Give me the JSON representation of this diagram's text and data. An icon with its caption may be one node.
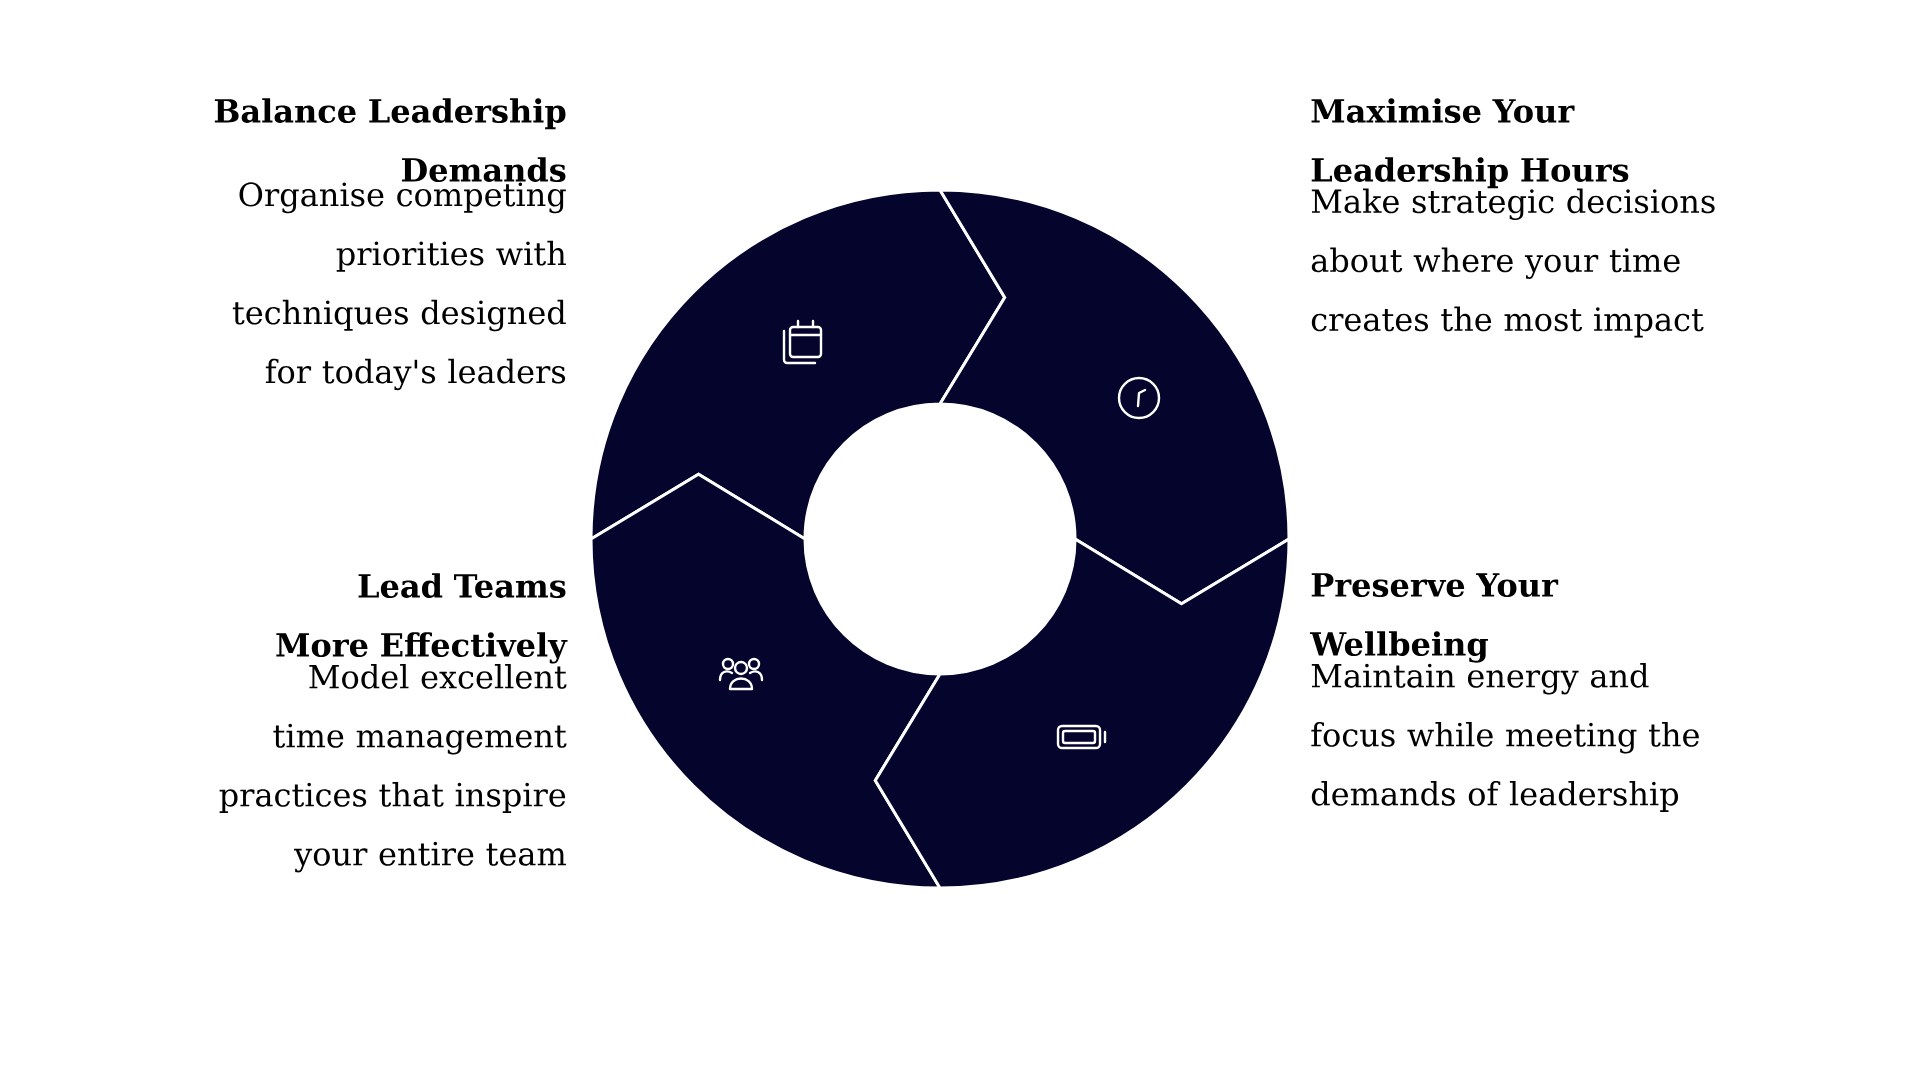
{
  "diagram": {
    "nodes": [
      {
        "text": [],
        "shape": "segment",
        "beside": [
          "Balance Leadership Demands",
          "Organise competing priorities with techniques designed for today's leaders"
        ]
      },
      {
        "text": [],
        "shape": "segment",
        "beside": [
          "Maximise Your Leadership Hours",
          "Make strategic decisions about where your time creates the most impact"
        ]
      },
      {
        "text": [],
        "shape": "segment",
        "beside": [
          "Lead Teams More Effectively",
          "Model excellent time management practices that inspire your entire team"
        ]
      },
      {
        "text": [],
        "shape": "segment",
        "beside": [
          "Preserve Your Wellbeing",
          "Maintain energy and focus while meeting the demands of leadership"
        ]
      }
    ]
  }
}
